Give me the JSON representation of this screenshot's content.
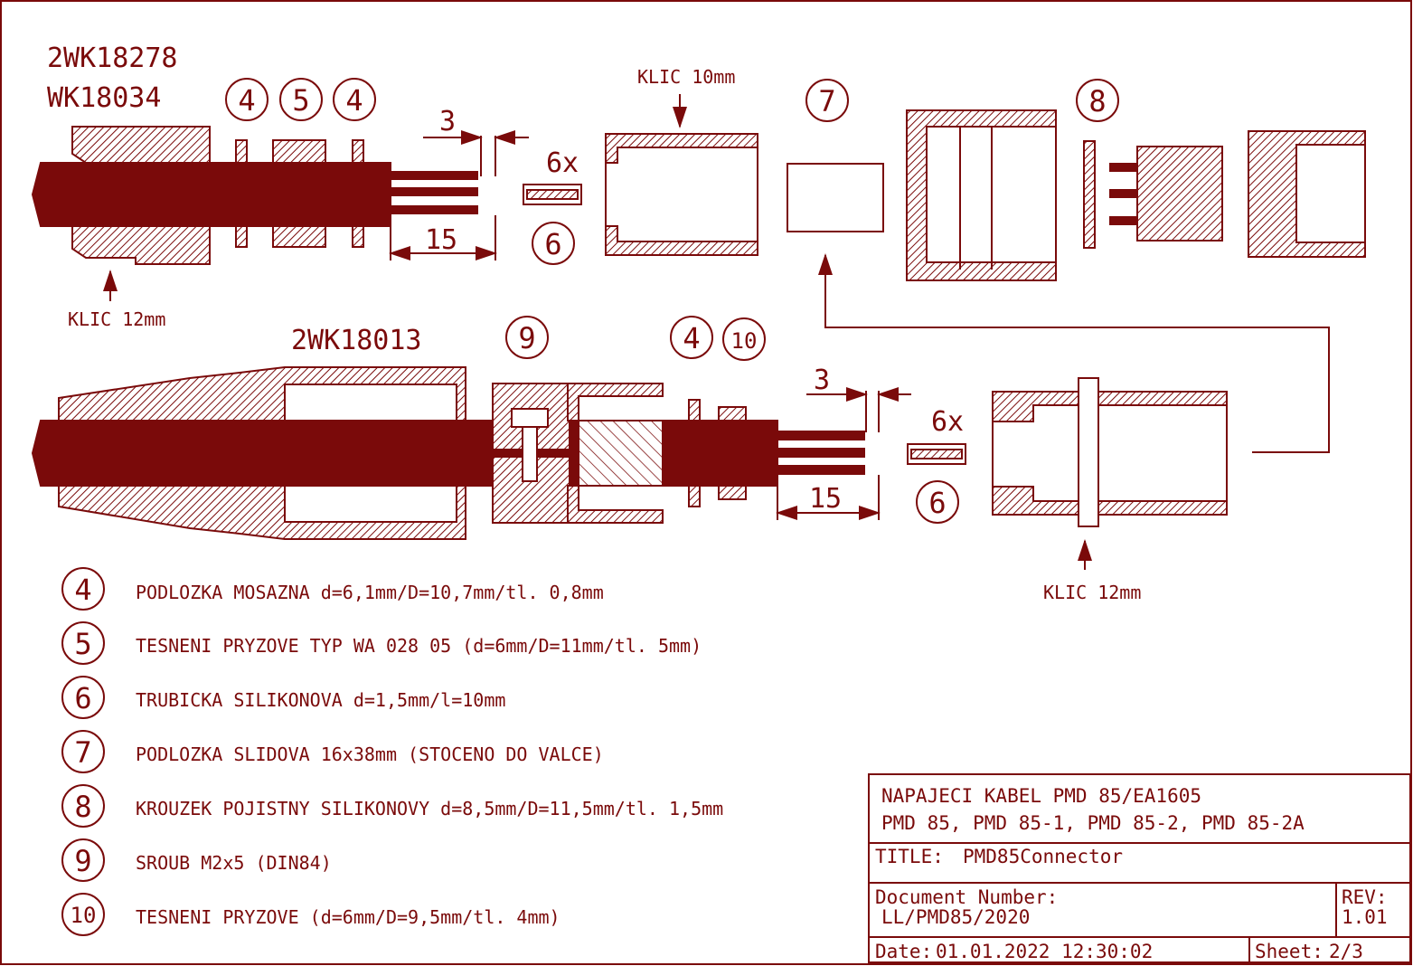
{
  "colors": {
    "ink": "#7a0a0a",
    "background": "#ffffff"
  },
  "top": {
    "part_a": "2WK18278",
    "part_b": "WK18034",
    "klic_12_top": "KLIC 12mm",
    "klic_10": "KLIC 10mm",
    "dim_3": "3",
    "dim_15": "15",
    "qty_6x": "6x",
    "balloons": [
      "4",
      "5",
      "4",
      "6",
      "7",
      "8"
    ]
  },
  "bottom": {
    "part": "2WK18013",
    "klic_12_bottom": "KLIC 12mm",
    "dim_3": "3",
    "dim_15": "15",
    "qty_6x": "6x",
    "balloons": [
      "9",
      "4",
      "10",
      "6"
    ]
  },
  "legend": [
    {
      "num": "4",
      "text": "PODLOZKA MOSAZNA d=6,1mm/D=10,7mm/tl. 0,8mm"
    },
    {
      "num": "5",
      "text": "TESNENI PRYZOVE TYP WA 028 05 (d=6mm/D=11mm/tl. 5mm)"
    },
    {
      "num": "6",
      "text": "TRUBICKA SILIKONOVA d=1,5mm/l=10mm"
    },
    {
      "num": "7",
      "text": "PODLOZKA SLIDOVA 16x38mm (STOCENO DO VALCE)"
    },
    {
      "num": "8",
      "text": "KROUZEK POJISTNY SILIKONOVY d=8,5mm/D=11,5mm/tl. 1,5mm"
    },
    {
      "num": "9",
      "text": "SROUB M2x5 (DIN84)"
    },
    {
      "num": "10",
      "text": "TESNENI PRYZOVE (d=6mm/D=9,5mm/tl. 4mm)"
    }
  ],
  "title_block": {
    "line1": "NAPAJECI KABEL PMD 85/EA1605",
    "line2": "PMD 85, PMD 85-1, PMD 85-2, PMD 85-2A",
    "title_label": "TITLE:",
    "title_value": "PMD85Connector",
    "docnum_label": "Document Number:",
    "docnum_value": "LL/PMD85/2020",
    "rev_label": "REV:",
    "rev_value": "1.01",
    "date_label": "Date:",
    "date_value": "01.01.2022 12:30:02",
    "sheet_label": "Sheet:",
    "sheet_value": "2/3"
  }
}
